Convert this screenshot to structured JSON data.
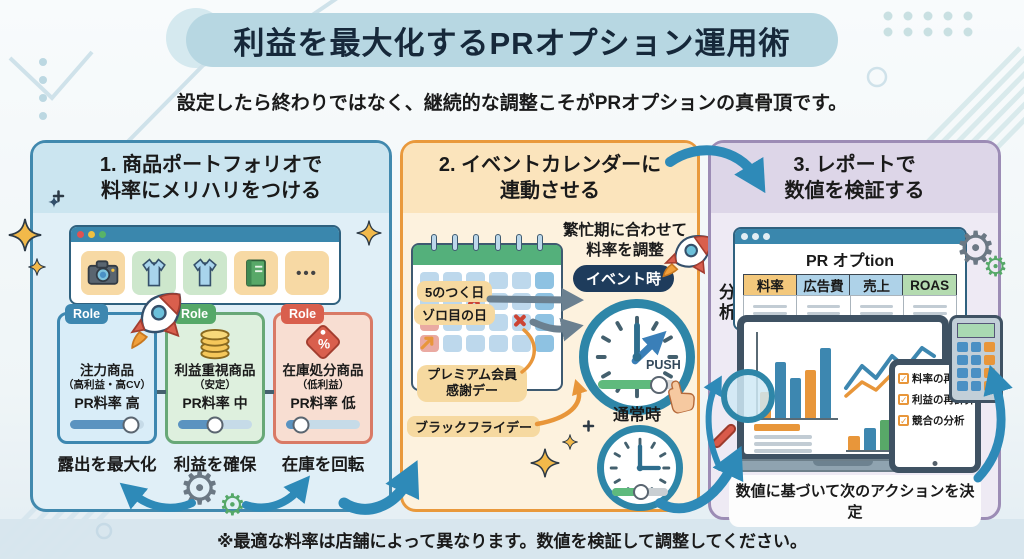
{
  "header": {
    "title": "利益を最大化するPRオプション運用術",
    "subtitle": "設定したら終わりではなく、継続的な調整こそがPRオプションの真骨頂です。"
  },
  "panels": {
    "portfolio": {
      "title1": "1. 商品ポートフォリオで",
      "title2": "料率にメリハリをつける",
      "product_icons": [
        "camera",
        "shirt",
        "shirt",
        "book",
        "ellipsis"
      ],
      "cards": [
        {
          "tag": "Role",
          "name1": "注力商品",
          "name2": "（高利益・高CV）",
          "rate": "PR料率 高",
          "slider_level": "high",
          "caption": "露出を最大化"
        },
        {
          "tag": "Role",
          "name1": "利益重視商品",
          "name2": "（安定）",
          "rate": "PR料率 中",
          "slider_level": "mid",
          "caption": "利益を確保"
        },
        {
          "tag": "Role",
          "name1": "在庫処分商品",
          "name2": "（低利益）",
          "rate": "PR料率 低",
          "slider_level": "low",
          "caption": "在庫を回転"
        }
      ]
    },
    "calendar": {
      "title1": "2. イベントカレンダーに",
      "title2": "連動させる",
      "note1": "繁忙期に合わせて",
      "note2": "料率を調整",
      "badge": "イベント時",
      "labels": {
        "day5": "5のつく日",
        "zorome": "ゾロ目の日",
        "premium1": "プレミアム会員",
        "premium2": "感謝デー",
        "blackfriday": "ブラックフライデー"
      },
      "push": "PUSH",
      "normal": "通常時"
    },
    "report": {
      "title1": "3. レポートで",
      "title2": "数値を検証する",
      "analysis": "分析",
      "window_title": "PR オプtion",
      "table_headers": [
        "料率",
        "広告費",
        "売上",
        "ROAS"
      ],
      "checklist": [
        "料率の再検討",
        "利益の再計算",
        "競合の分析"
      ],
      "caption": "数値に基づいて次のアクションを決定"
    }
  },
  "footer": {
    "note": "※最適な料率は店舗によって異なります。数値を検証して調整してください。"
  },
  "icons": {
    "gear": "⚙",
    "check": "✓",
    "ellipsis": "•••",
    "star": "★"
  },
  "colors": {
    "banner_bg": "#b7d7e2",
    "arrow_blue": "#2e8ab8",
    "panel1_border": "#4189ae",
    "panel2_border": "#e9993c",
    "panel3_border": "#9c8cb5",
    "role_blue": "#3d87b0",
    "role_green": "#55a868",
    "role_red": "#d95f4d",
    "badge_navy": "#1e3c5c",
    "calendar_green": "#54b07b",
    "pill_orange": "#f6d9a0",
    "slider_green": "#5fba7d",
    "chart_orange": "#e8963a",
    "chart_blue": "#3d87b0",
    "chart_green": "#58a868"
  }
}
